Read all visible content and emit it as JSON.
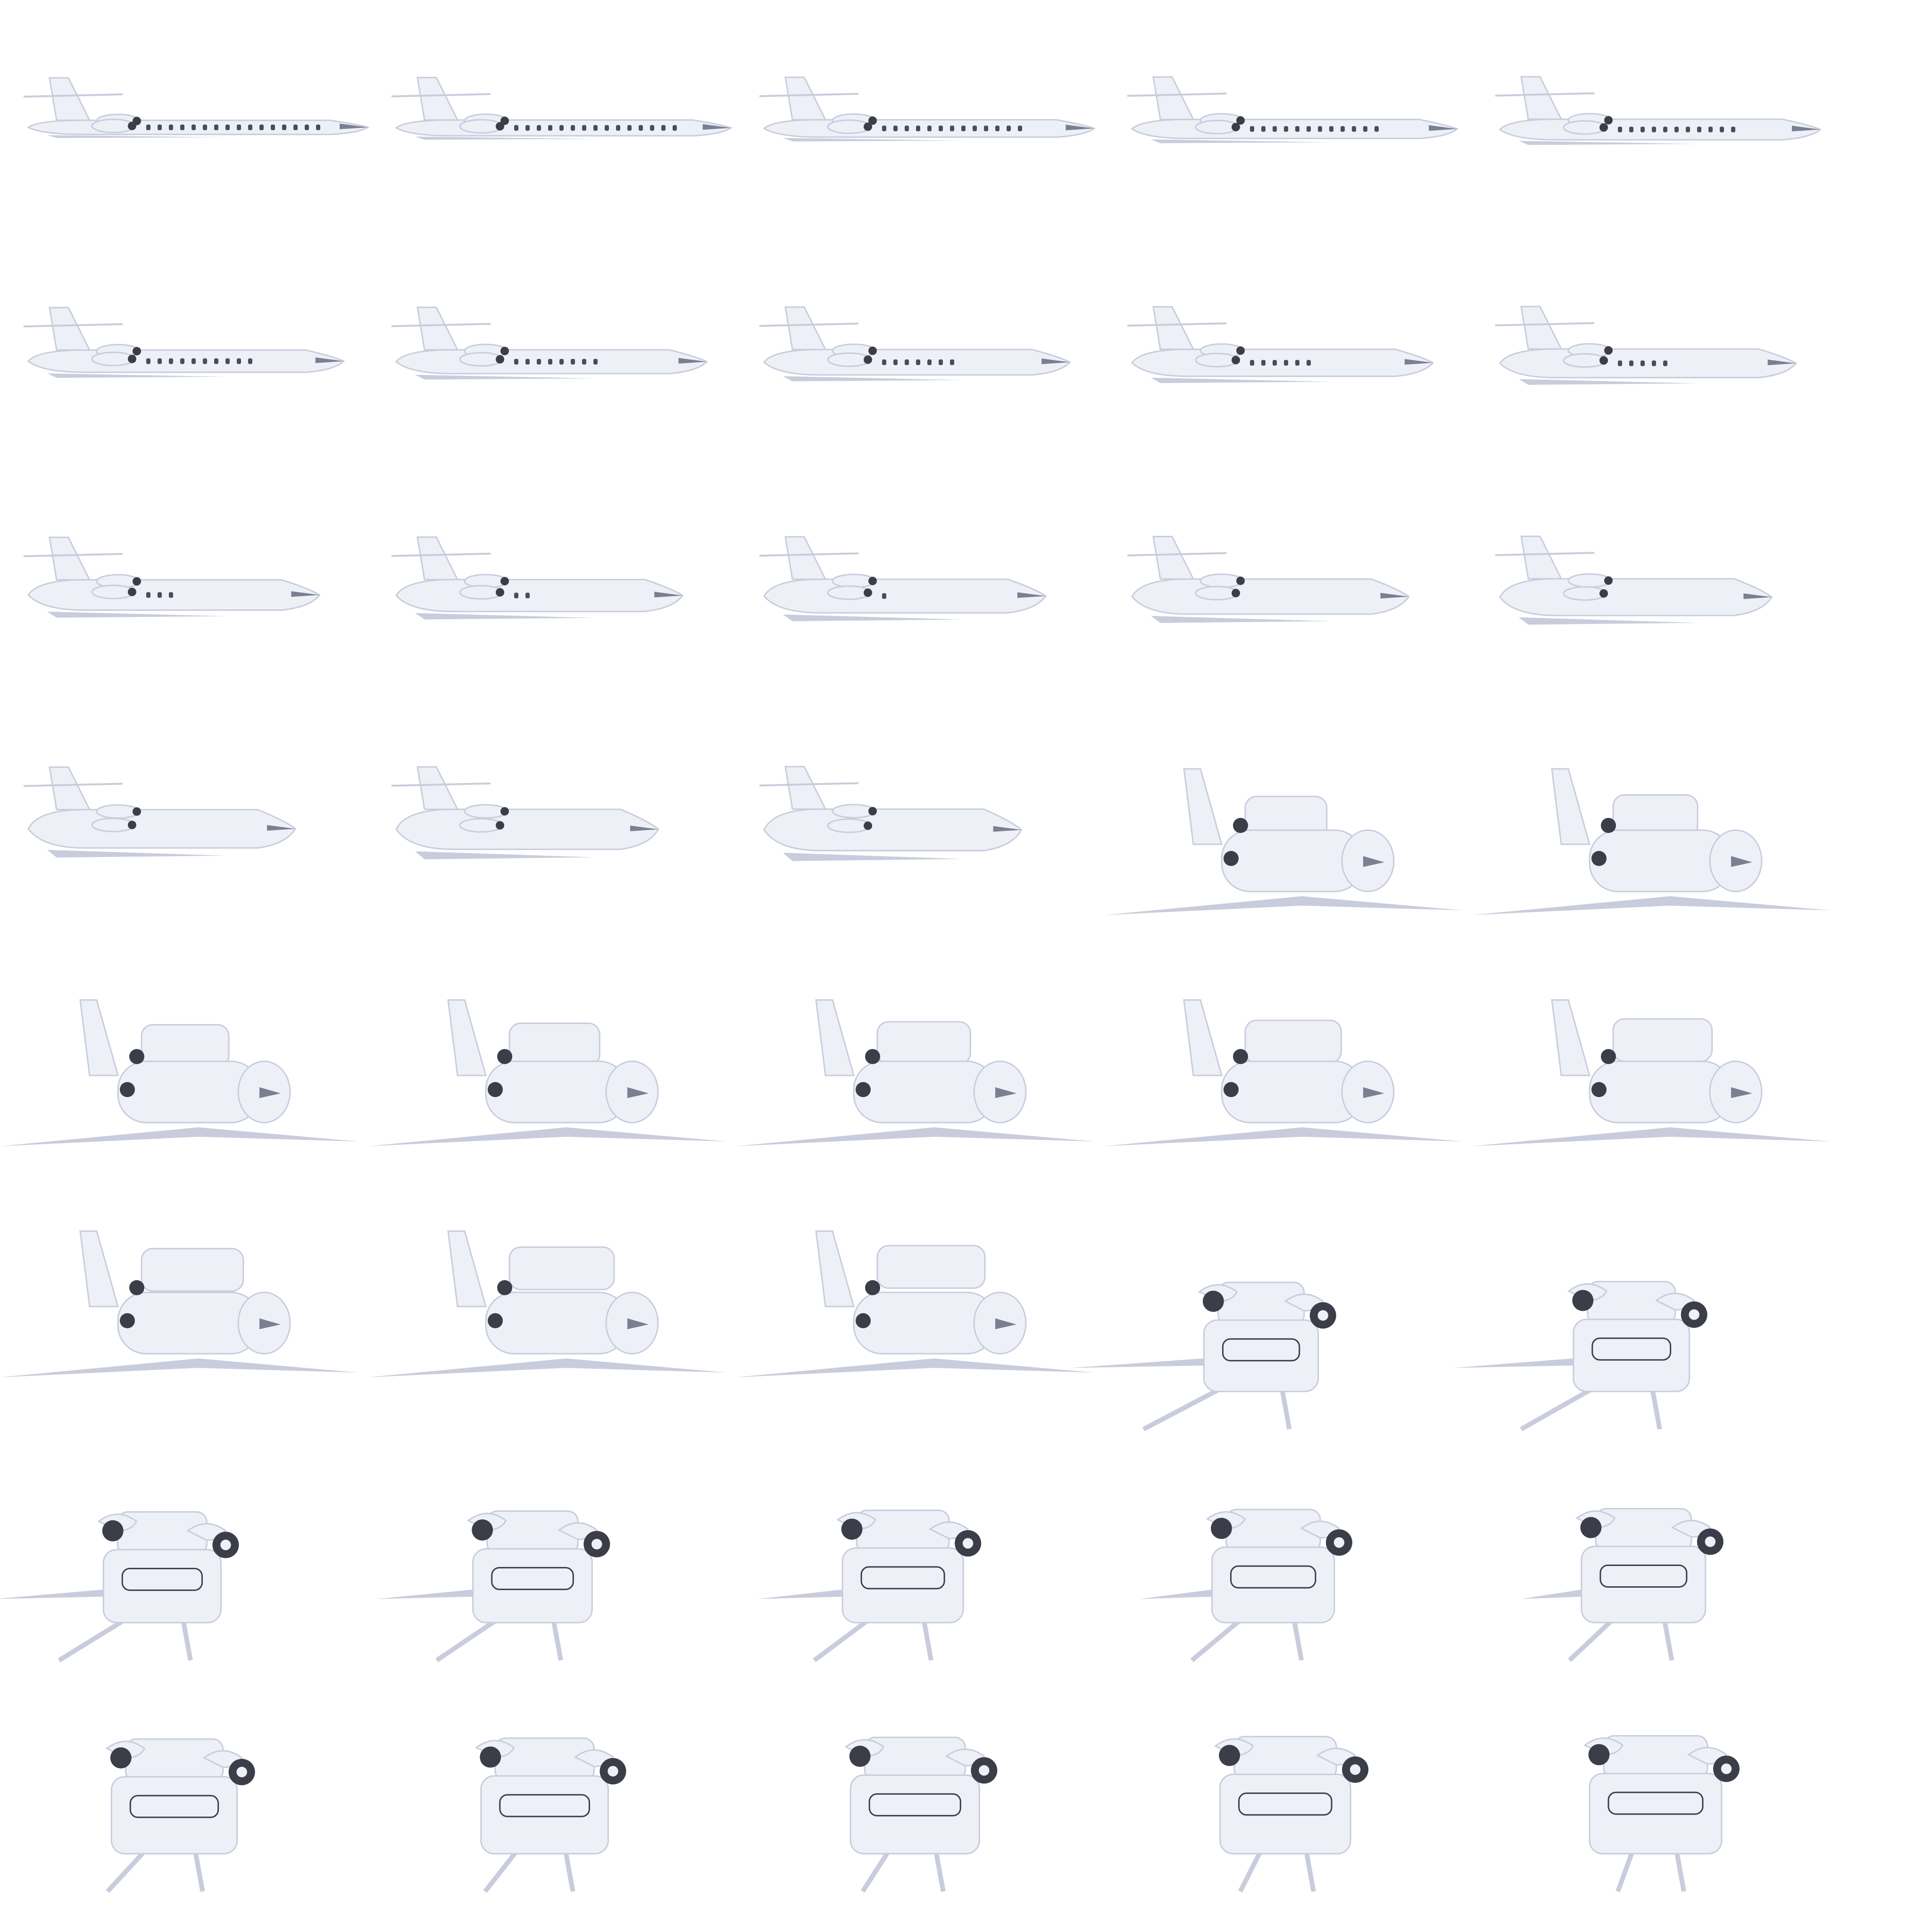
{
  "image": {
    "description_kind": "morph-sequence",
    "rows": 8,
    "columns": 5,
    "start_object": "airplane",
    "end_object": "armchair",
    "background": "#ffffff",
    "body_color": "#eef0f8",
    "shade_color": "#c9ccdc",
    "window_color": "#4a4c58",
    "engine_color": "#3b3d48",
    "nose_color": "#7a7f92"
  }
}
